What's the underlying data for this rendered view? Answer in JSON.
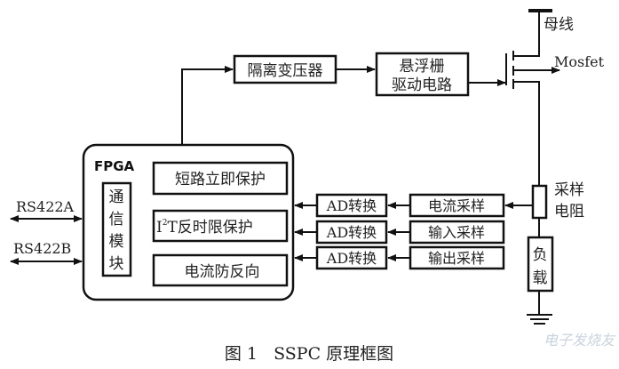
{
  "labels": {
    "bus": "母线",
    "mosfet": "Mosfet",
    "isolation_transformer": "隔离变压器",
    "driver_line1": "悬浮栅",
    "driver_line2": "驱动电路",
    "fpga": "FPGA",
    "comm_module": [
      "通",
      "信",
      "模",
      "块"
    ],
    "short_circuit": "短路立即保护",
    "i2t_prefix": "I",
    "i2t_sup": "2",
    "i2t_rest": "T反时限保护",
    "reverse_current": "电流防反向",
    "ad": [
      "AD转换",
      "AD转换",
      "AD转换"
    ],
    "samples": [
      "电流采样",
      "输入采样",
      "输出采样"
    ],
    "resistor_line1": "采样",
    "resistor_line2": "电阻",
    "load": [
      "负",
      "载"
    ],
    "rs422a": "RS422A",
    "rs422b": "RS422B"
  },
  "caption": "图 1   SSPC 原理框图",
  "watermark": "电子发烧友"
}
